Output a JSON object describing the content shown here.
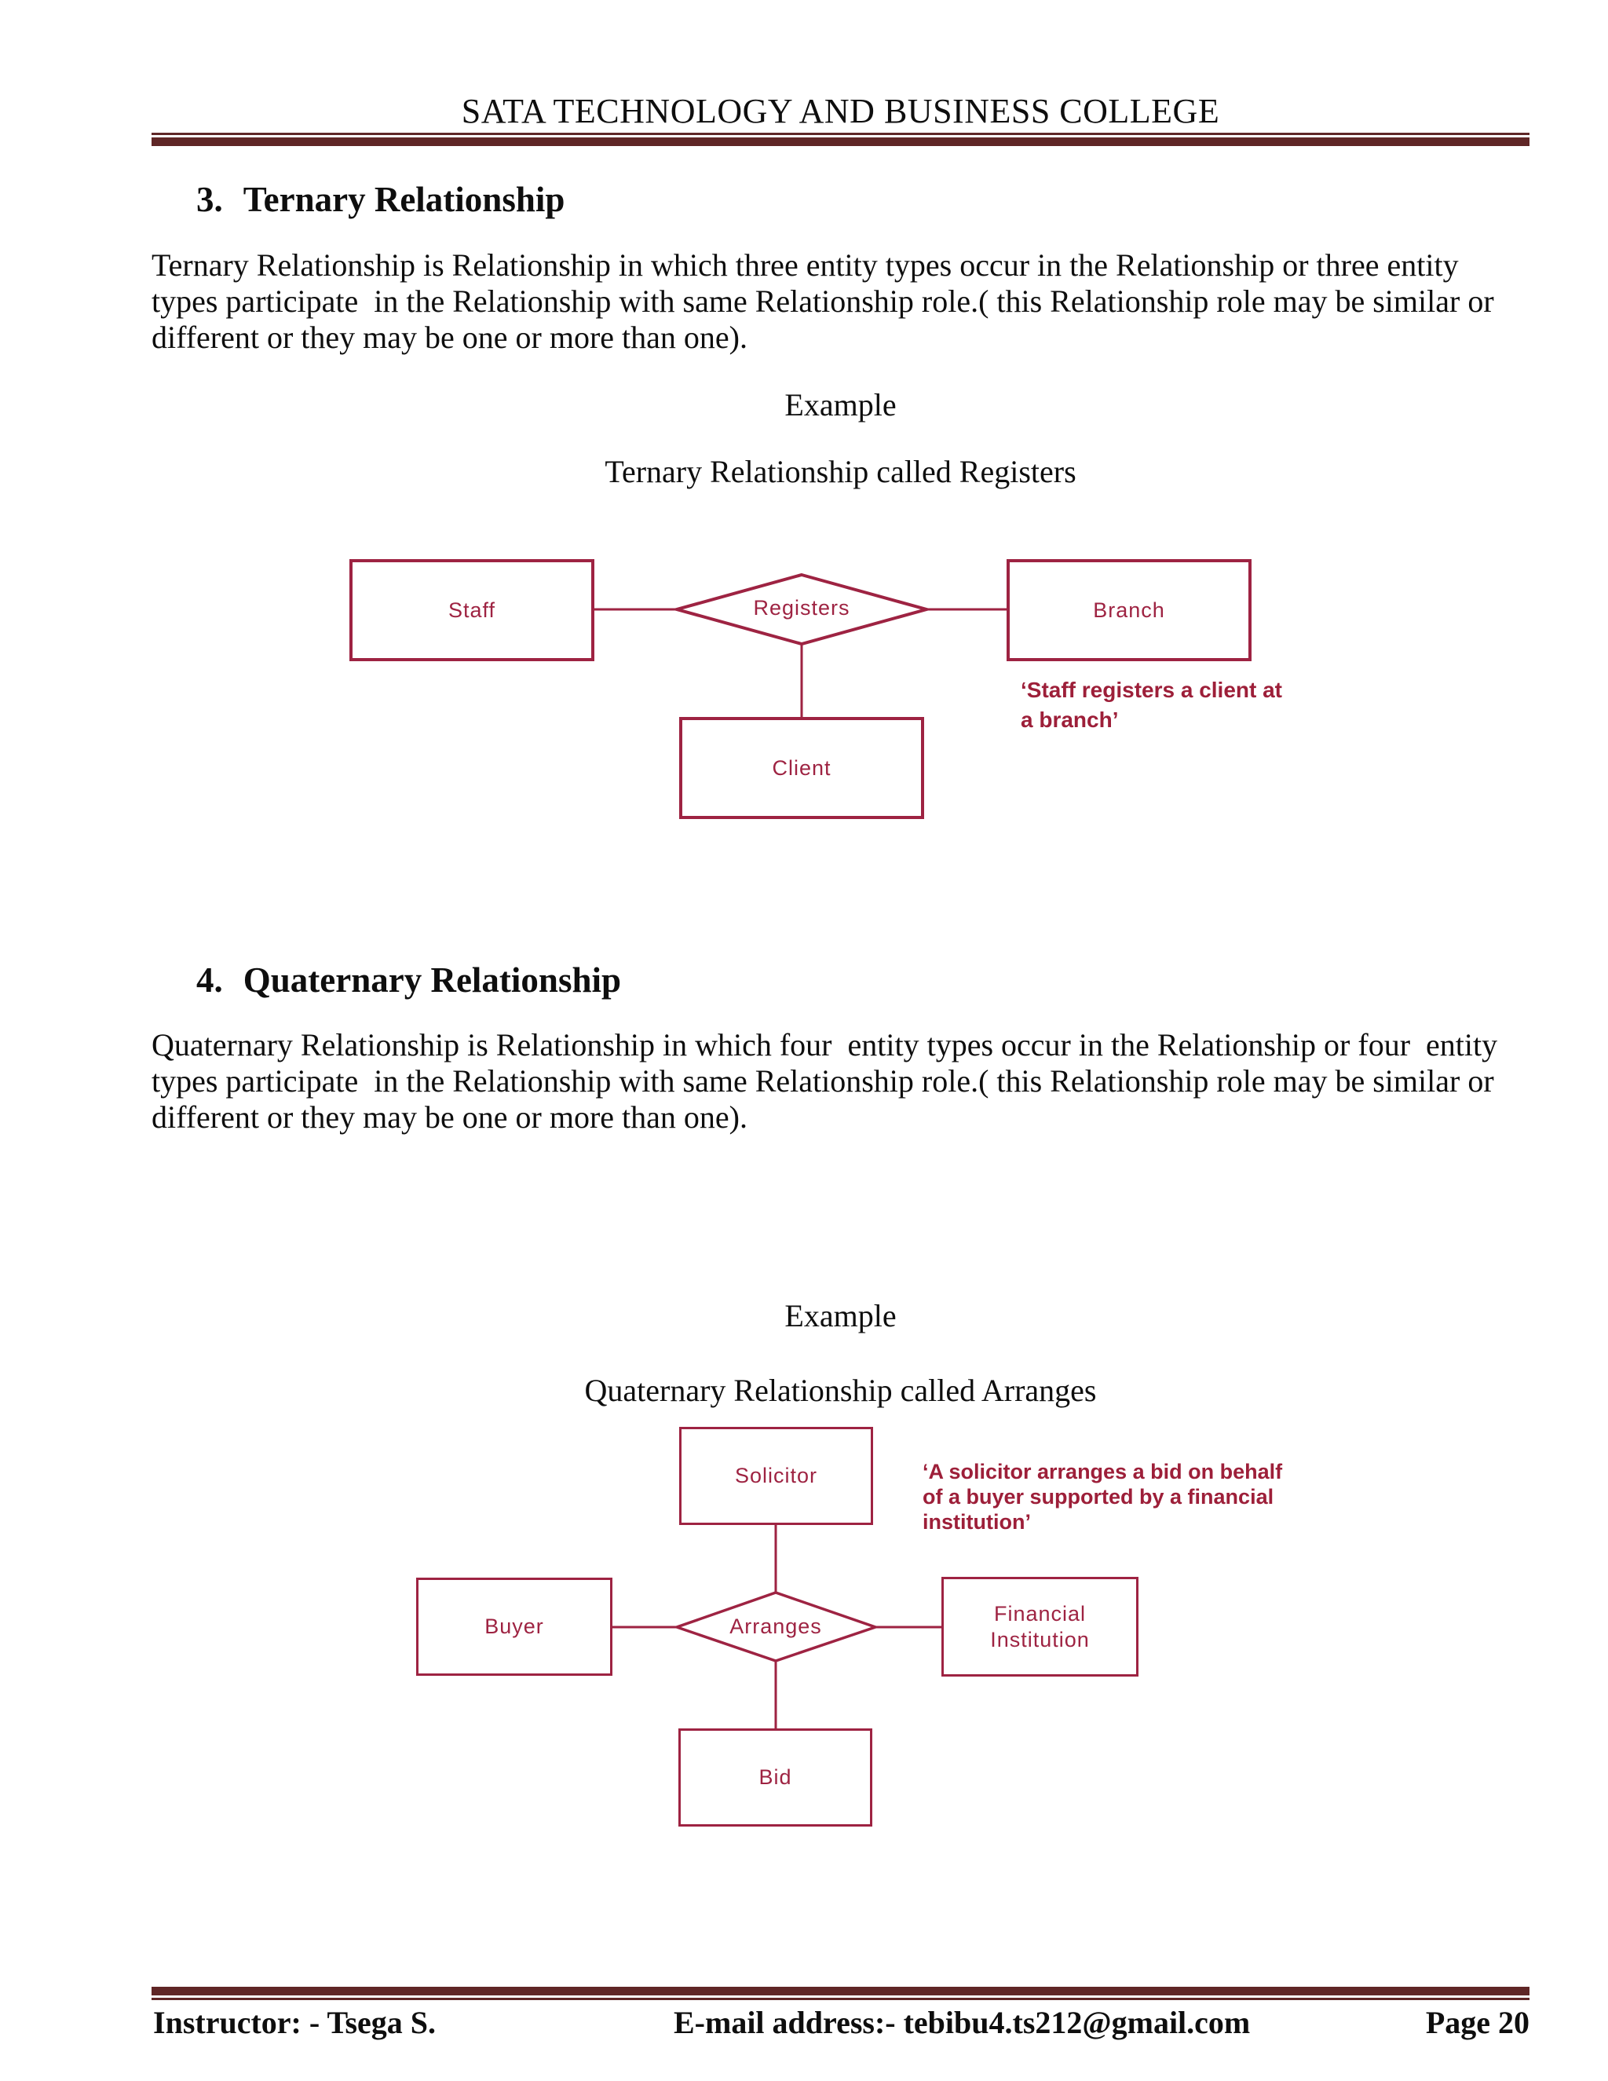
{
  "header": {
    "title": "SATA TECHNOLOGY AND BUSINESS COLLEGE"
  },
  "section3": {
    "number": "3.",
    "title": "Ternary Relationship",
    "body_lines": [
      "Ternary Relationship is Relationship in which three entity types occur in the Relationship or three entity",
      "types participate  in the Relationship with same Relationship role.( this Relationship role may be similar or",
      "different or they may be one or more than one)."
    ],
    "example_label": "Example",
    "caption": "Ternary Relationship called Registers"
  },
  "diagram1": {
    "relationship": "Registers",
    "entity_left": "Staff",
    "entity_right": "Branch",
    "entity_bottom": "Client",
    "annotation_lines": [
      "‘Staff registers a client at",
      "a branch’"
    ]
  },
  "section4": {
    "number": "4.",
    "title": "Quaternary Relationship",
    "body_lines": [
      "Quaternary Relationship is Relationship in which four  entity types occur in the Relationship or four  entity",
      "types participate  in the Relationship with same Relationship role.( this Relationship role may be similar or",
      "different or they may be one or more than one)."
    ],
    "example_label": "Example",
    "caption": "Quaternary Relationship called Arranges"
  },
  "diagram2": {
    "relationship": "Arranges",
    "entity_top": "Solicitor",
    "entity_left": "Buyer",
    "entity_right_lines": [
      "Financial",
      "Institution"
    ],
    "entity_bottom": "Bid",
    "annotation_lines": [
      "‘A solicitor arranges a bid on behalf",
      "of a buyer supported by a financial",
      "institution’"
    ]
  },
  "footer": {
    "instructor": "Instructor: - Tsega S.",
    "email": "E-mail address:- tebibu4.ts212@gmail.com",
    "page": "Page 20"
  },
  "colors": {
    "rule_maroon": "#5f2626",
    "diagram_crimson": "#9e2342",
    "annotation_crimson": "#9d1f39"
  }
}
